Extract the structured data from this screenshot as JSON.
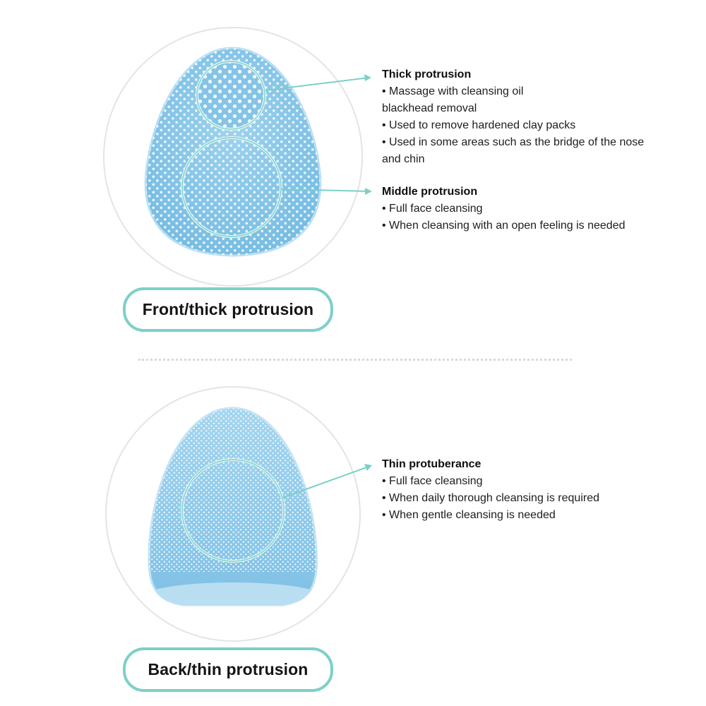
{
  "front": {
    "label": "Front/thick protrusion",
    "notes": [
      {
        "title": "Thick protrusion",
        "lines": [
          "• Massage with cleansing oil",
          "blackhead removal",
          "• Used to remove hardened clay packs",
          "• Used in some areas such as the bridge of the nose",
          "and chin"
        ]
      },
      {
        "title": "Middle protrusion",
        "lines": [
          "• Full face cleansing",
          "• When cleansing with an open feeling is needed"
        ]
      }
    ]
  },
  "back": {
    "label": "Back/thin protrusion",
    "notes": [
      {
        "title": "Thin protuberance",
        "lines": [
          "• Full face cleansing",
          "• When daily thorough cleansing is required",
          "• When gentle cleansing is needed"
        ]
      }
    ]
  },
  "colors": {
    "accent": "#7cd0c7",
    "pad": "#8cc6e6",
    "pad_dark": "#6fb3dc",
    "bump": "#e9f6fd"
  },
  "icons": [
    "front-pad-illustration-icon",
    "back-pad-illustration-icon",
    "callout-arrow-icon"
  ]
}
